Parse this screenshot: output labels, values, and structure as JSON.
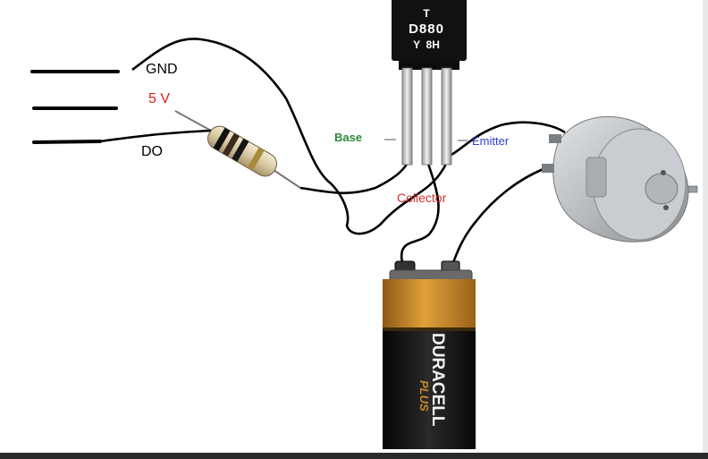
{
  "pins": {
    "gnd": "GND",
    "vcc": "5 V",
    "do": "DO"
  },
  "transistor": {
    "line1": "T",
    "line2": "D880",
    "line3": "Y  8H",
    "base_label": "Base",
    "emitter_label": "Emitter",
    "collector_label": "Collector"
  },
  "battery": {
    "brand": "DURACELL",
    "sub": "PLUS"
  },
  "colors": {
    "vcc_label": "#e0201e",
    "base_label": "#2e8b3a",
    "emitter_label": "#2f3fd0",
    "collector_label": "#d83030",
    "battery_copper": "#c98a2a",
    "battery_black": "#151515"
  }
}
